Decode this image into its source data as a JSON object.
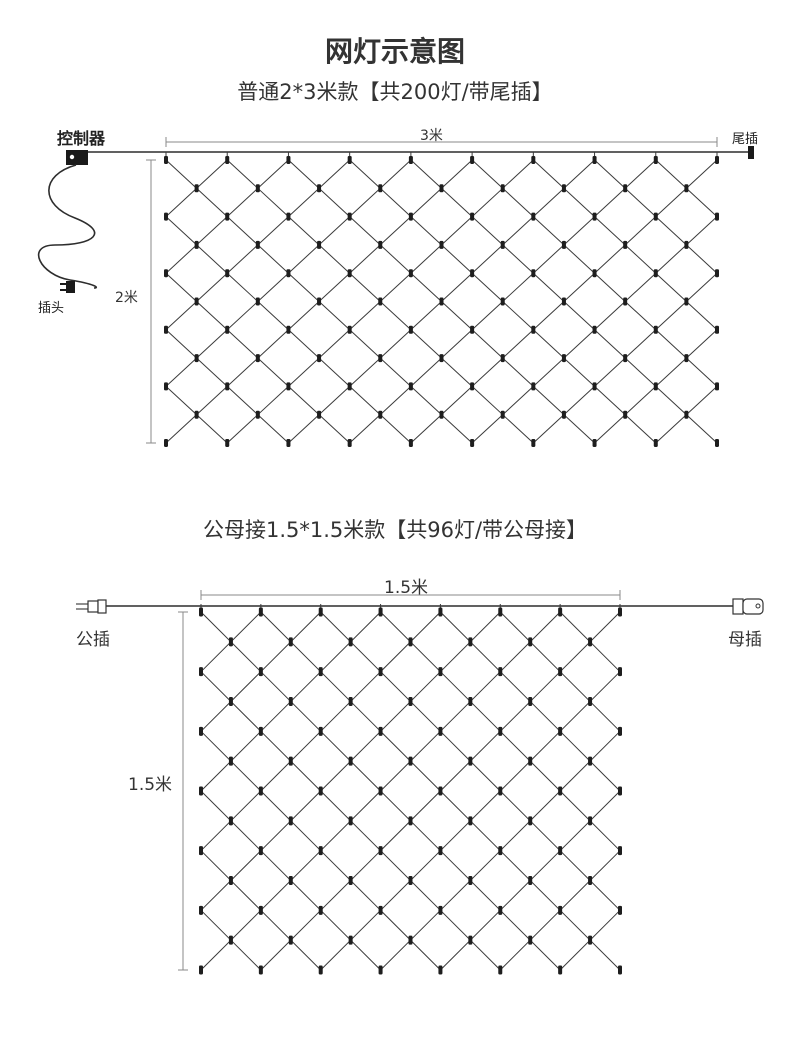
{
  "header": {
    "title": "网灯示意图",
    "subtitle_standard": "普通2*3米款【共200灯/带尾插】",
    "subtitle_connectable": "公母接1.5*1.5米款【共96灯/带公母接】"
  },
  "standard_net": {
    "controller_label": "控制器",
    "tail_plug_label": "尾插",
    "plug_label": "插头",
    "width_label": "3米",
    "height_label": "2米"
  },
  "connectable_net": {
    "width_label": "1.5米",
    "height_label": "1.5米",
    "male_plug_label": "公插",
    "female_plug_label": "母插"
  },
  "colors": {
    "wire": "#3a3a3a",
    "bulb": "#1e1e1e",
    "dimension_line": "#888888",
    "text": "#333333"
  }
}
